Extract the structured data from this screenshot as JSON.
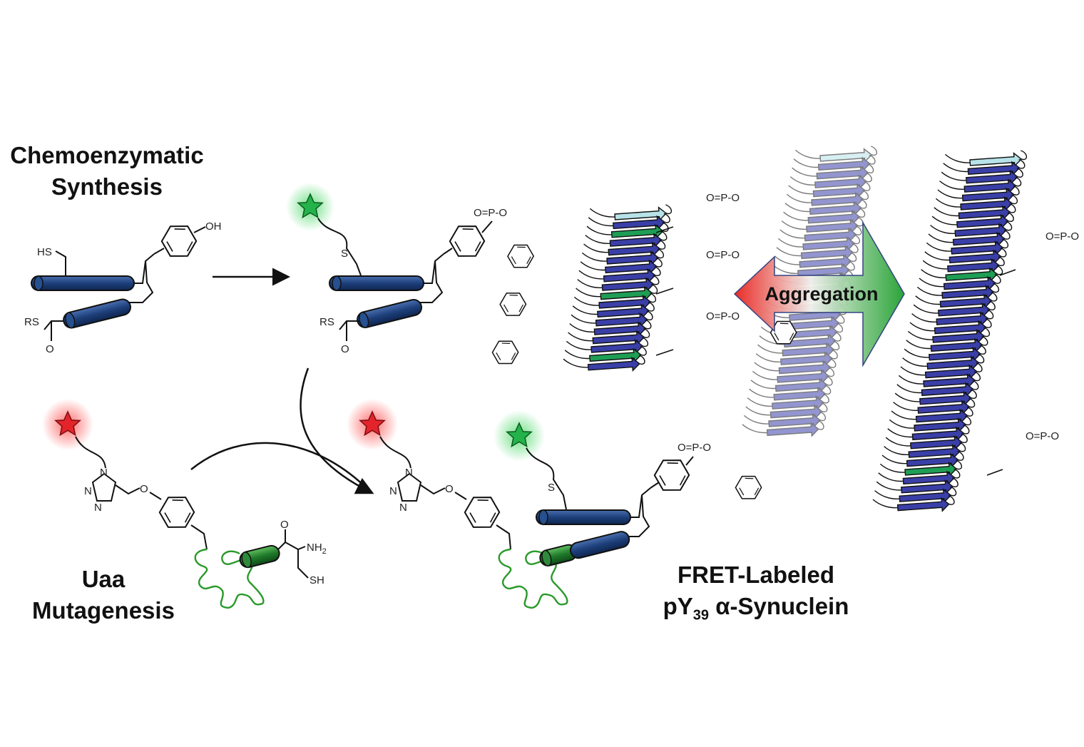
{
  "labels": {
    "chemoenzymatic": [
      "Chemoenzymatic",
      "Synthesis"
    ],
    "uaa": [
      "Uaa",
      "Mutagenesis"
    ],
    "fret_line1": "FRET-Labeled",
    "fret_line2_pre": "pY",
    "fret_line2_sub": "39",
    "fret_line2_post": " α-Synuclein",
    "aggregation": "Aggregation"
  },
  "chem": {
    "hs": "HS",
    "oh": "OH",
    "rs": "RS",
    "o": "O",
    "s": "S",
    "nh2": "NH",
    "nh2_sub": "2",
    "sh": "SH",
    "phosphate": "O=P-O",
    "phos_minus": "−",
    "n": "N"
  },
  "colors": {
    "helix_blue": "#1d3f7a",
    "sheet_blue": "#3a3fa8",
    "sheet_green": "#1e9e55",
    "sheet_light": "#b7e3e8",
    "star_red": "#e3242b",
    "star_green": "#23b34a",
    "linker_green": "#2a9a2a"
  }
}
